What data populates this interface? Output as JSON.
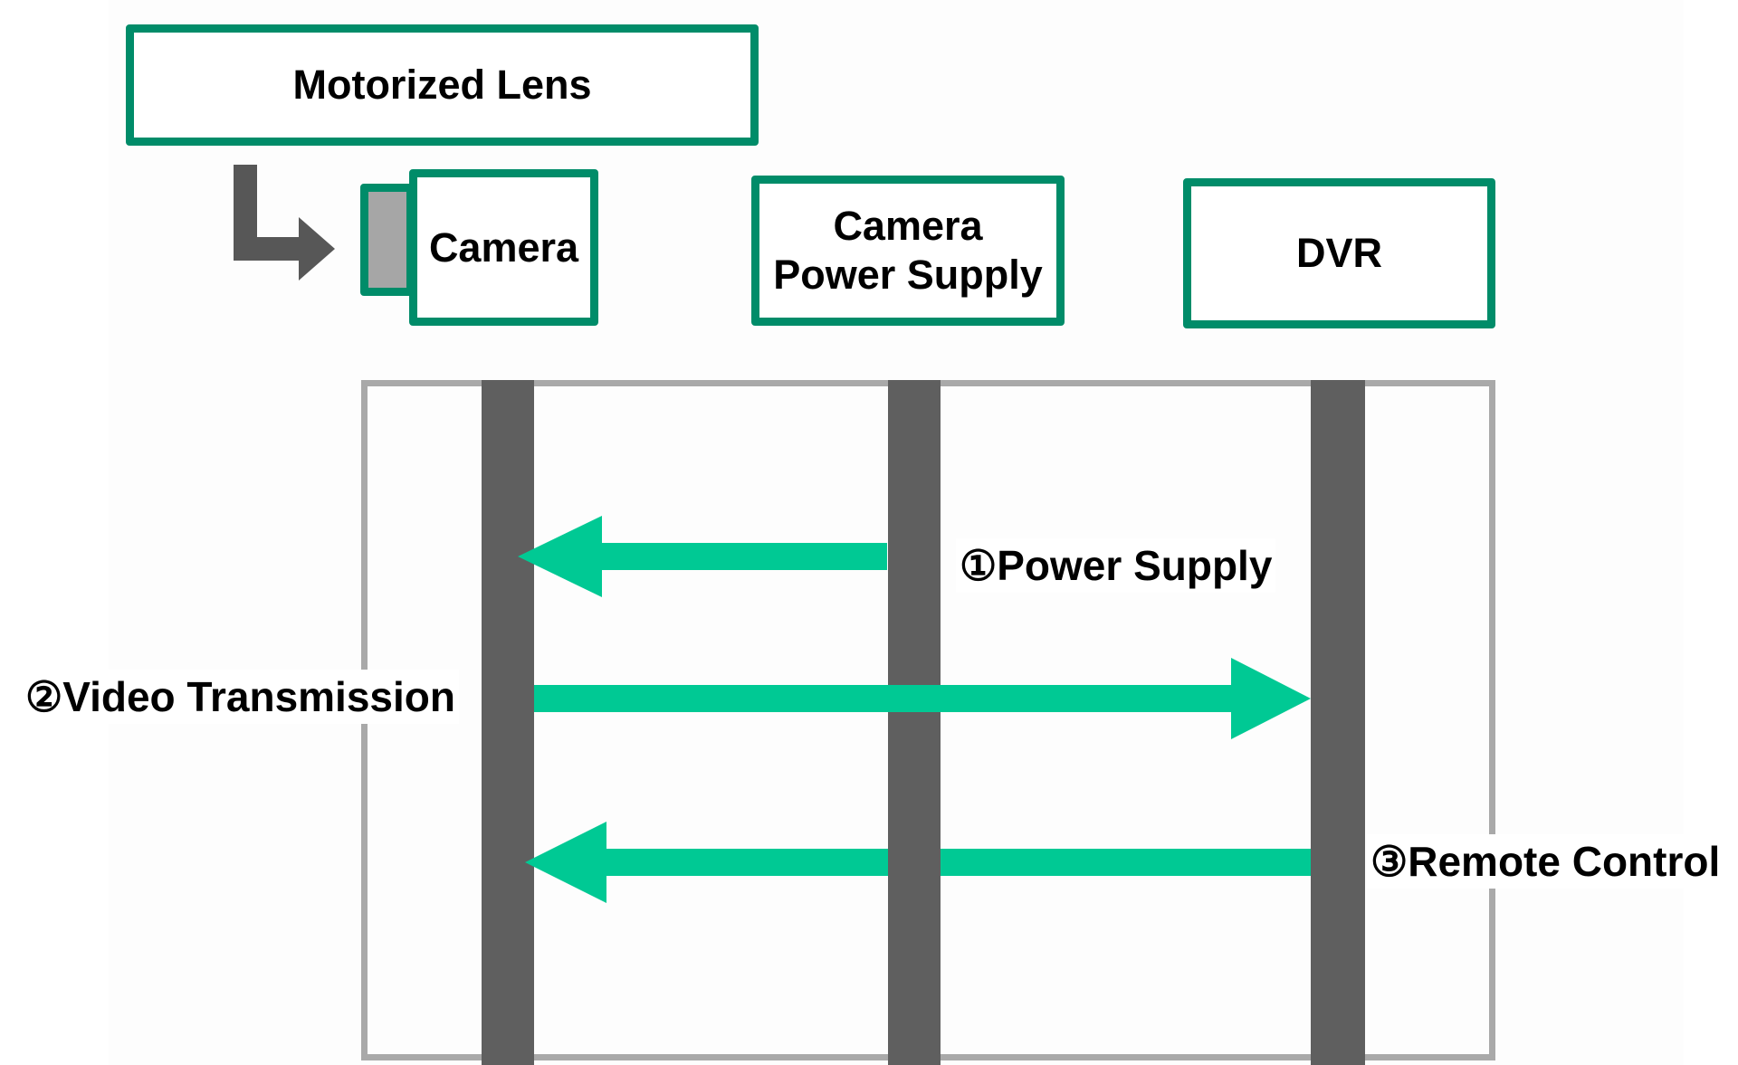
{
  "diagram": {
    "type": "sequence-diagram",
    "components": {
      "motorized_lens": "Motorized Lens",
      "camera": "Camera",
      "power_supply_line1": "Camera",
      "power_supply_line2": "Power Supply",
      "dvr": "DVR"
    },
    "signals": [
      {
        "label": "①Power Supply",
        "from": "Camera Power Supply",
        "to": "Camera"
      },
      {
        "label": "②Video Transmission",
        "from": "Camera",
        "to": "DVR"
      },
      {
        "label": "③Remote Control",
        "from": "DVR",
        "to": "Camera"
      }
    ],
    "colors": {
      "box_border": "#008c69",
      "signal_arrow": "#00c994",
      "lifeline": "#5f5f5f",
      "frame": "#a9a9a9",
      "bent_arrow": "#575757"
    }
  }
}
